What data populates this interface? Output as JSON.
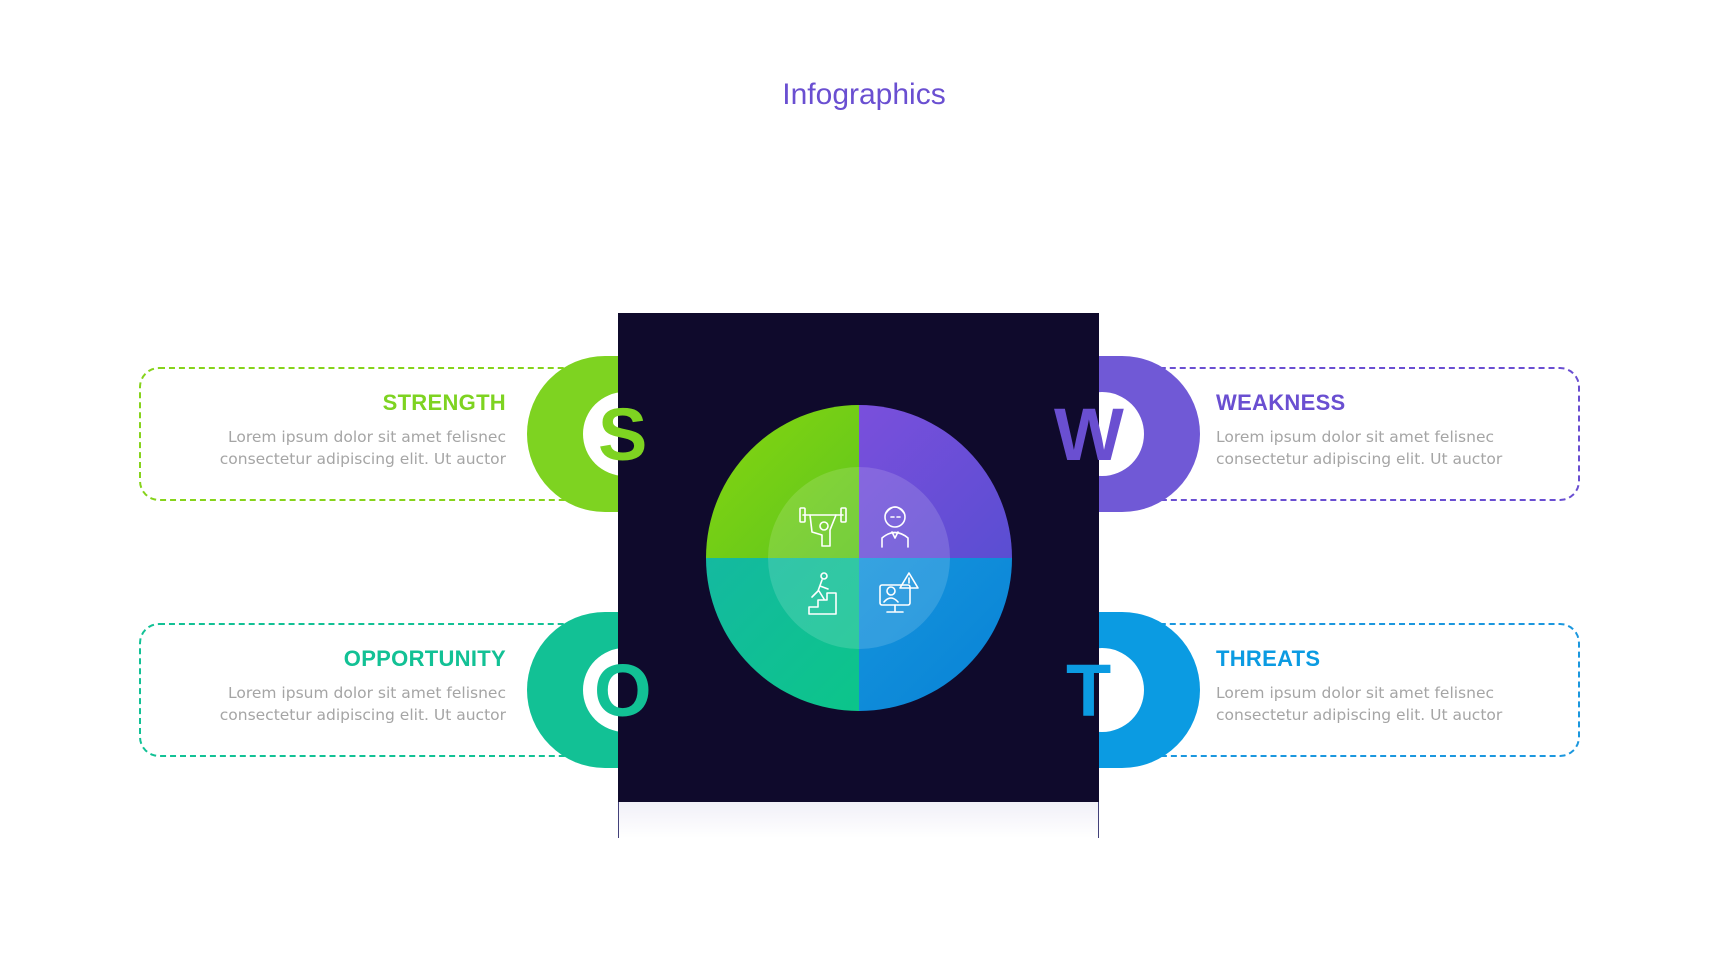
{
  "title": "Infographics",
  "swot": {
    "strength": {
      "letter": "S",
      "heading": "STRENGTH",
      "body": "Lorem ipsum dolor sit amet felisnec consectetur adipiscing elit. Ut auctor",
      "color": "#7ed321"
    },
    "weakness": {
      "letter": "W",
      "heading": "WEAKNESS",
      "body": "Lorem ipsum dolor sit amet felisnec consectetur adipiscing elit. Ut auctor",
      "color": "#6a4fd1"
    },
    "opportunity": {
      "letter": "O",
      "heading": "OPPORTUNITY",
      "body": "Lorem ipsum dolor sit amet felisnec consectetur adipiscing elit. Ut auctor",
      "color": "#12c195"
    },
    "threats": {
      "letter": "T",
      "heading": "THREATS",
      "body": "Lorem ipsum dolor sit amet felisnec consectetur adipiscing elit. Ut auctor",
      "color": "#0b9be2"
    }
  },
  "icons": {
    "strength": "weightlifting-icon",
    "weakness": "tired-person-icon",
    "opportunity": "climbing-stairs-icon",
    "threats": "computer-warning-icon"
  },
  "panel_color": "#0f0a2c"
}
